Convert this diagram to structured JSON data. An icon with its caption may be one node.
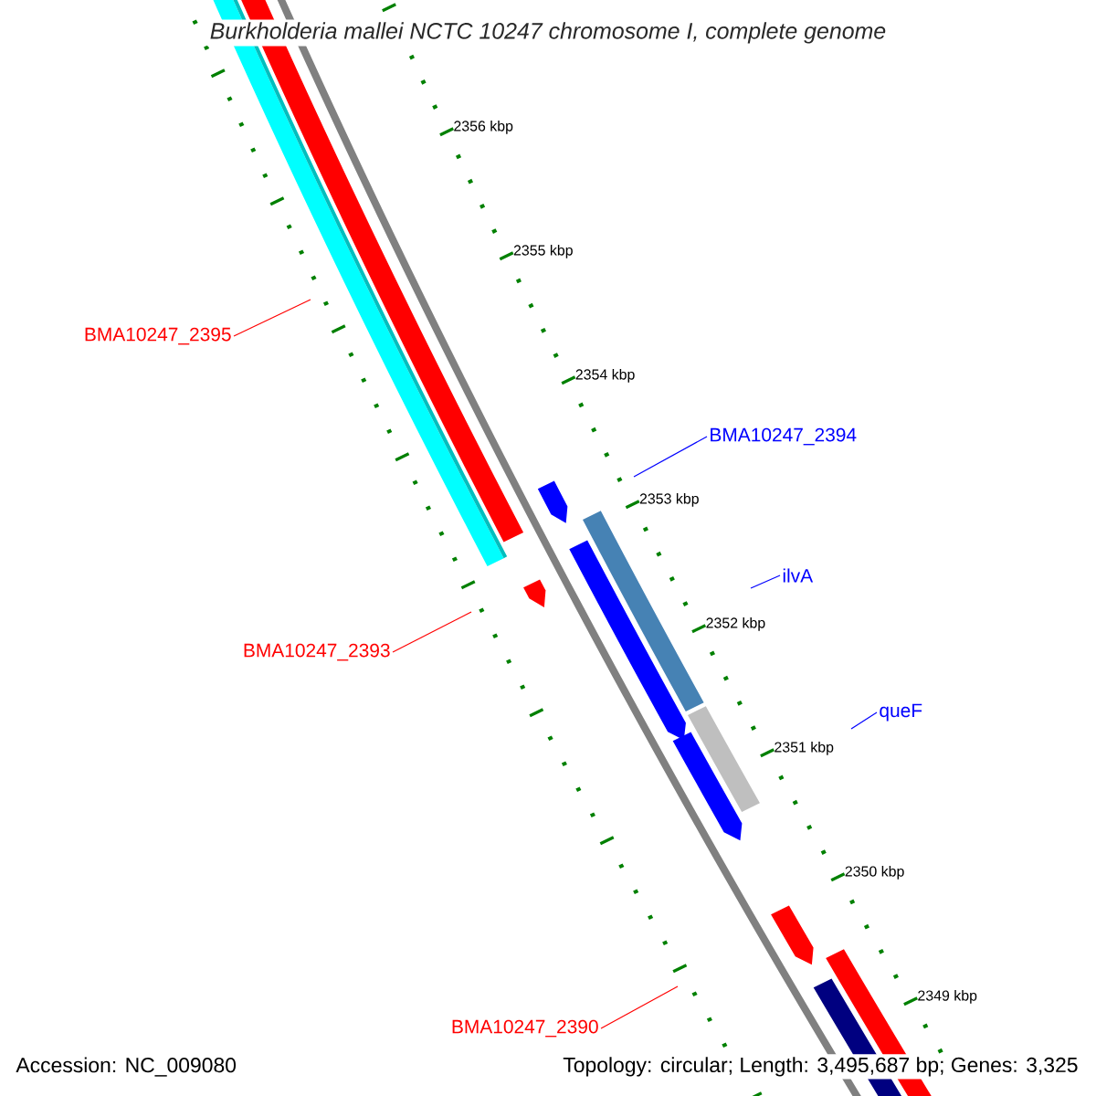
{
  "diagram": {
    "title": "Burkholderia mallei NCTC 10247 chromosome I, complete genome",
    "nodes": [
      {
        "text": [
          "BMA10247_2395"
        ]
      },
      {
        "text": [
          "BMA10247_2394"
        ]
      },
      {
        "text": [
          "ilvA"
        ]
      },
      {
        "text": [
          "queF"
        ]
      },
      {
        "text": [
          "BMA10247_2393"
        ]
      },
      {
        "text": [
          "BMA10247_2390"
        ]
      }
    ],
    "edges": [
      {
        "from": 0,
        "to": null,
        "arrow": "none",
        "color": "#ff0000"
      },
      {
        "from": 1,
        "to": null,
        "arrow": "none",
        "color": "#0000ff"
      },
      {
        "from": 2,
        "to": null,
        "arrow": "none",
        "color": "#0000ff"
      },
      {
        "from": 3,
        "to": null,
        "arrow": "none",
        "color": "#0000ff"
      },
      {
        "from": 4,
        "to": null,
        "arrow": "none",
        "color": "#ff0000"
      },
      {
        "from": 5,
        "to": null,
        "arrow": "none",
        "color": "#ff0000"
      }
    ],
    "labels": [
      "2356 kbp",
      "2355 kbp",
      "2354 kbp",
      "2353 kbp",
      "2352 kbp",
      "2351 kbp",
      "2350 kbp",
      "2349 kbp",
      "Accession: NC_009080",
      "Topology: circular; Length: 3,495,687 bp; Genes: 3,325"
    ]
  }
}
